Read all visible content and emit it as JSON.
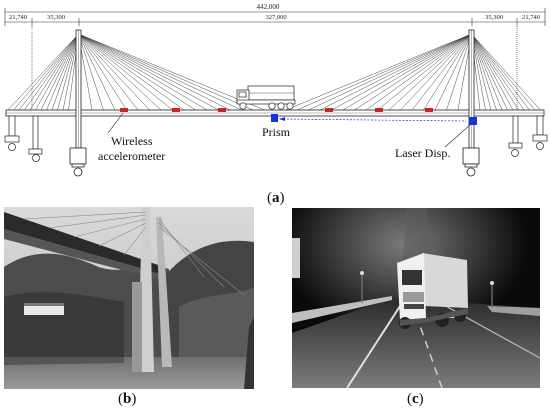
{
  "dimensions": {
    "total": "442,000",
    "left_outer": "21,740",
    "left_side": "35,300",
    "main": "327,000",
    "right_side": "35,300",
    "right_outer": "21,740"
  },
  "labels": {
    "prism": "Prism",
    "laser": "Laser Disp.",
    "wireless_line1": "Wireless",
    "wireless_line2": "accelerometer"
  },
  "captions": {
    "a": {
      "open": "(",
      "letter": "a",
      "close": ")"
    },
    "b": {
      "open": "(",
      "letter": "b",
      "close": ")"
    },
    "c": {
      "open": "(",
      "letter": "c",
      "close": ")"
    }
  },
  "colors": {
    "accelerometer": "#c62828",
    "prism": "#1533d6",
    "laser": "#1533d6",
    "structure": "#222222"
  }
}
